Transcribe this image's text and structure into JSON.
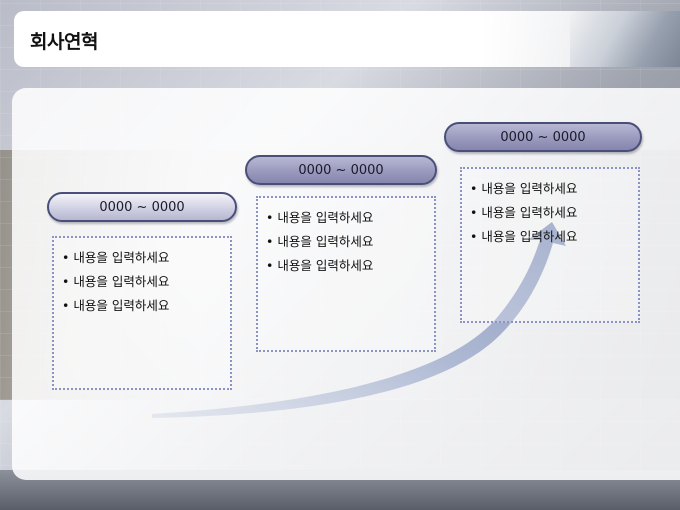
{
  "header": {
    "title": "회사연혁"
  },
  "stages": [
    {
      "period": "0000 ~ 0000",
      "items": [
        "내용을 입력하세요",
        "내용을 입력하세요",
        "내용을 입력하세요"
      ]
    },
    {
      "period": "0000 ~ 0000",
      "items": [
        "내용을 입력하세요",
        "내용을 입력하세요",
        "내용을 입력하세요"
      ]
    },
    {
      "period": "0000 ~ 0000",
      "items": [
        "내용을 입력하세요",
        "내용을 입력하세요",
        "내용을 입력하세요"
      ]
    }
  ],
  "colors": {
    "pill_border": "#4a4f7a",
    "box_border": "#8c93c4",
    "arrow": "#8f9dbf"
  }
}
